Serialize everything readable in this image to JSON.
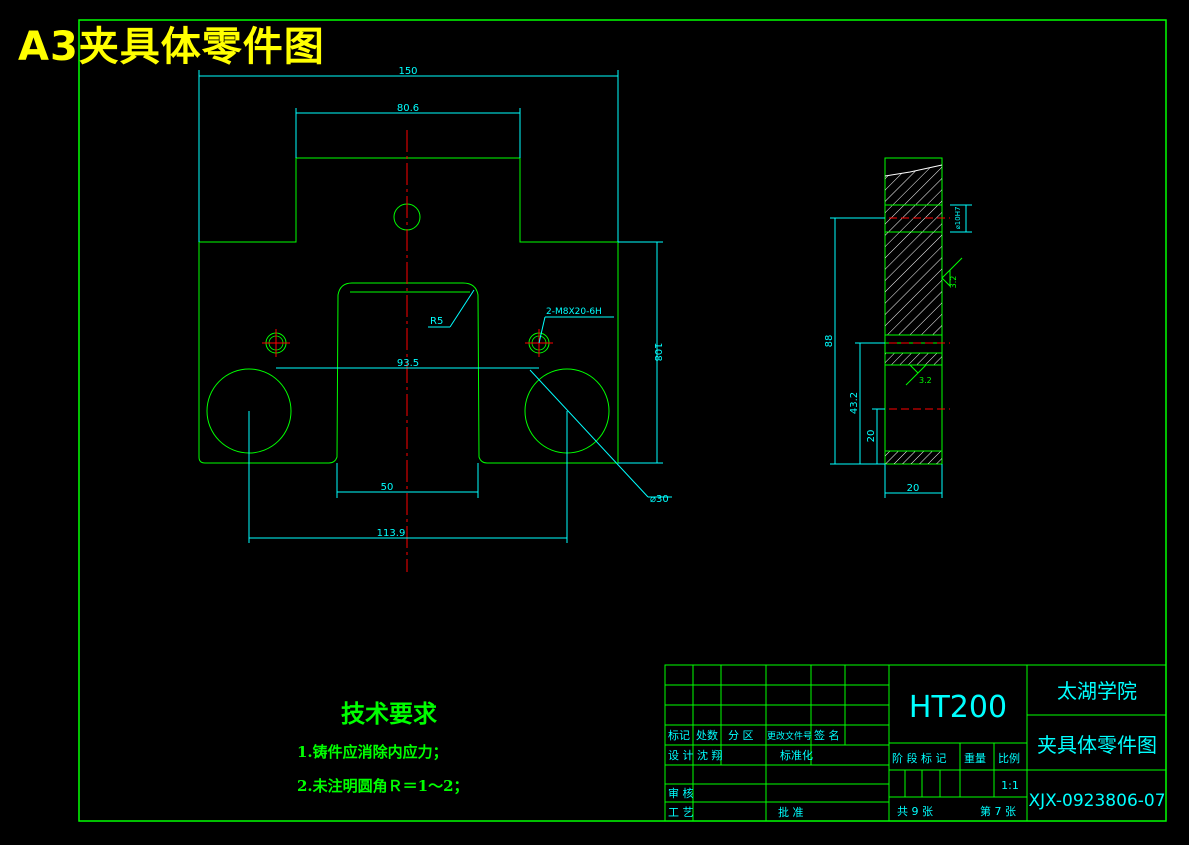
{
  "sheet": {
    "title": "A3夹具体零件图"
  },
  "colors": {
    "background": "#000000",
    "frame": "#00ff00",
    "geometry": "#00ff00",
    "dimension": "#00ffff",
    "centerline": "#ff0000",
    "title_text": "#ffff00",
    "table_text": "#00ffff",
    "hatch": "#ffffff",
    "hatch_secondary": "#888888"
  },
  "front_view": {
    "dims": {
      "overall_width": "150",
      "top_boss_width": "80.6",
      "hole_spacing": "93.5",
      "slot_width": "50",
      "bore_spacing": "113.9",
      "height": "108",
      "fillet_radius": "R5",
      "thread_callout": "2-M8X20-6H",
      "bore_diameter": "⌀30"
    }
  },
  "side_view": {
    "dims": {
      "total_height": "88",
      "center_height": "43.2",
      "bottom_offset": "20",
      "thickness": "20",
      "surface_finish_right": "3.2",
      "surface_finish_left": "3.2",
      "hole_note": "⌀10H7"
    }
  },
  "tech_requirements": {
    "title": "技术要求",
    "items": [
      "1.铸件应消除内应力；",
      "2.未注明圆角Ｒ＝1～2；"
    ]
  },
  "title_block": {
    "material": "HT200",
    "school": "太湖学院",
    "drawing_name": "夹具体零件图",
    "drawing_number": "XJX-0923806-07",
    "scale": "1:1",
    "sheets_total": "共 9 张",
    "sheet_number": "第 7 张",
    "revision_headers": [
      "标记",
      "处数",
      "分 区",
      "更改文件号",
      "签 名"
    ],
    "row_design": [
      "设 计",
      "沈 翔",
      "标准化"
    ],
    "row_review": "审 核",
    "row_process": "工 艺",
    "row_approve": "批 准",
    "stage_headers": [
      "阶 段 标 记",
      "重量",
      "比例"
    ]
  }
}
